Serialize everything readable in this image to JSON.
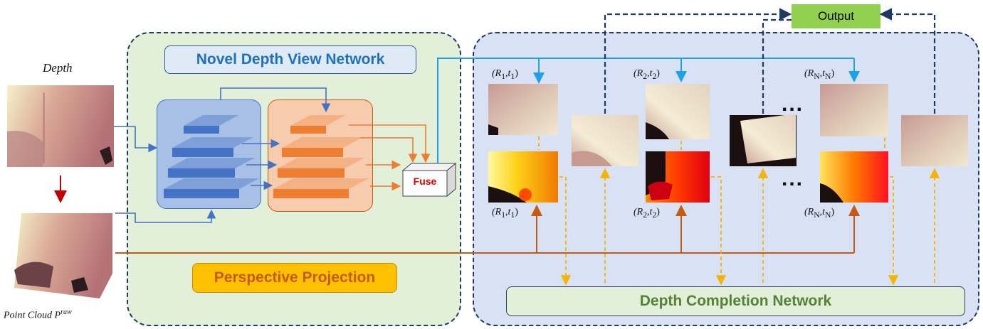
{
  "left": {
    "depth_label": "Depth",
    "point_cloud_label": "Point Cloud P",
    "point_cloud_sup": "raw"
  },
  "novel_view": {
    "title": "Novel Depth View Network",
    "fuse_label": "Fuse",
    "projection_label": "Perspective Projection"
  },
  "completion": {
    "title": "Depth Completion Network",
    "output_label": "Output",
    "ellipsis": "...",
    "top_labels": [
      {
        "text": "(R",
        "sub": "1",
        "t": "t",
        "tsub": "1"
      },
      {
        "text": "(R",
        "sub": "2",
        "t": "t",
        "tsub": "2"
      },
      {
        "text": "(R",
        "sub": "N",
        "t": "t",
        "tsub": "N"
      }
    ],
    "bottom_labels": [
      {
        "text": "(R",
        "sub": "1",
        "t": "t",
        "tsub": "1"
      },
      {
        "text": "(R",
        "sub": "2",
        "t": "t",
        "tsub": "2"
      },
      {
        "text": "(R",
        "sub": "N",
        "t": "t",
        "tsub": "N"
      }
    ]
  },
  "colors": {
    "dark_navy": "#1f3864",
    "light_blue_arrow": "#1ea0e6",
    "orange_arrow": "#c55a11",
    "yellow_dash": "#f4b400",
    "encoder_blue": "#4472c4",
    "decoder_orange": "#ed7d31"
  }
}
